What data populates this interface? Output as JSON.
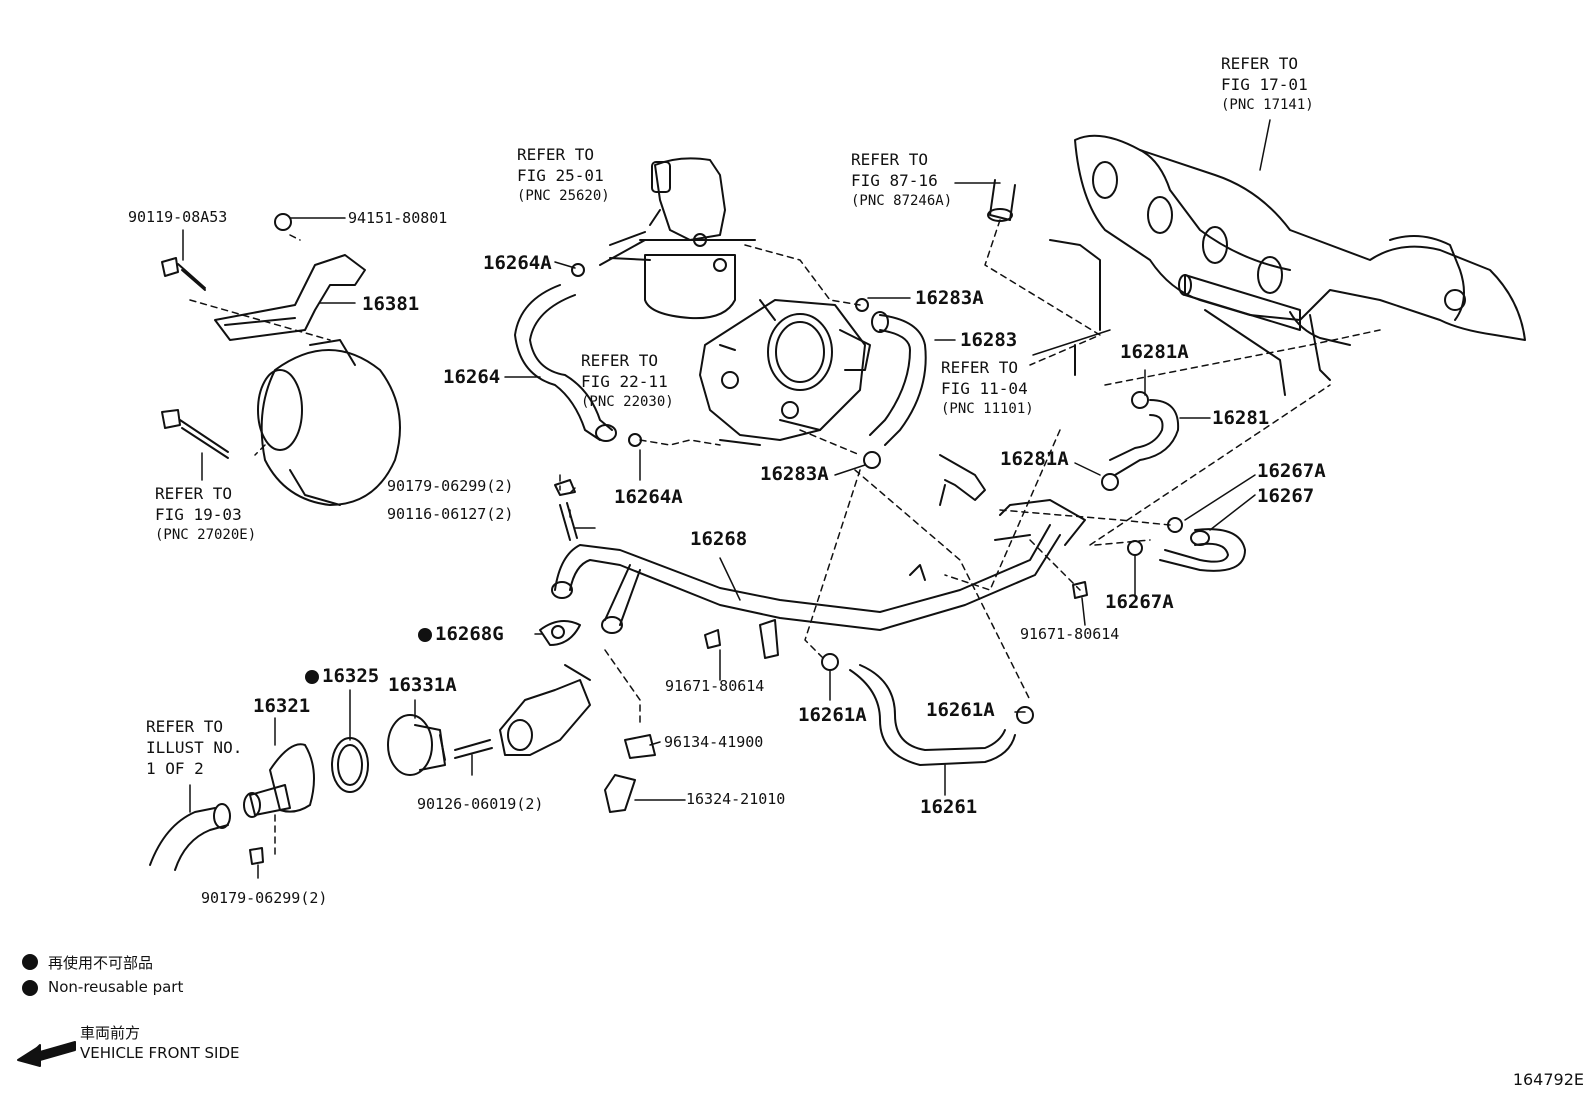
{
  "parts": {
    "p16381": "16381",
    "p16264A_top": "16264A",
    "p16264": "16264",
    "p16264A_bottom": "16264A",
    "p16283A_top": "16283A",
    "p16283": "16283",
    "p16283A_bottom": "16283A",
    "p16281A_top": "16281A",
    "p16281": "16281",
    "p16281A_mid": "16281A",
    "p16267A_top": "16267A",
    "p16267": "16267",
    "p16267A_bottom": "16267A",
    "p16268": "16268",
    "p16268G": "16268G",
    "p16325": "16325",
    "p16331A": "16331A",
    "p16321": "16321",
    "p16261A_left": "16261A",
    "p16261A_right": "16261A",
    "p16261": "16261"
  },
  "hardware": {
    "h90119": "90119-08A53",
    "h94151": "94151-80801",
    "h90179_top": "90179-06299(2)",
    "h90116": "90116-06127(2)",
    "h91671_mid": "91671-80614",
    "h91671_right": "91671-80614",
    "h96134": "96134-41900",
    "h90126": "90126-06019(2)",
    "h16324": "16324-21010",
    "h90179_bottom": "90179-06299(2)"
  },
  "refs": {
    "fig2501": {
      "line1": "REFER TO",
      "line2": "FIG 25-01",
      "pnc": "(PNC 25620)"
    },
    "fig8716": {
      "line1": "REFER TO",
      "line2": "FIG 87-16",
      "pnc": "(PNC 87246A)"
    },
    "fig1701": {
      "line1": "REFER TO",
      "line2": "FIG 17-01",
      "pnc": "(PNC 17141)"
    },
    "fig2211": {
      "line1": "REFER TO",
      "line2": "FIG 22-11",
      "pnc": "(PNC 22030)"
    },
    "fig1104": {
      "line1": "REFER TO",
      "line2": "FIG 11-04",
      "pnc": "(PNC 11101)"
    },
    "fig1903": {
      "line1": "REFER TO",
      "line2": "FIG 19-03",
      "pnc": "(PNC 27020E)"
    },
    "illust": {
      "line1": "REFER TO",
      "line2": "ILLUST NO.",
      "line3": "1 OF 2"
    }
  },
  "legend": {
    "jp": "再使用不可部品",
    "en": "Non-reusable part",
    "front_jp": "車両前方",
    "front_en": "VEHICLE FRONT SIDE"
  },
  "figure_id": "164792E"
}
